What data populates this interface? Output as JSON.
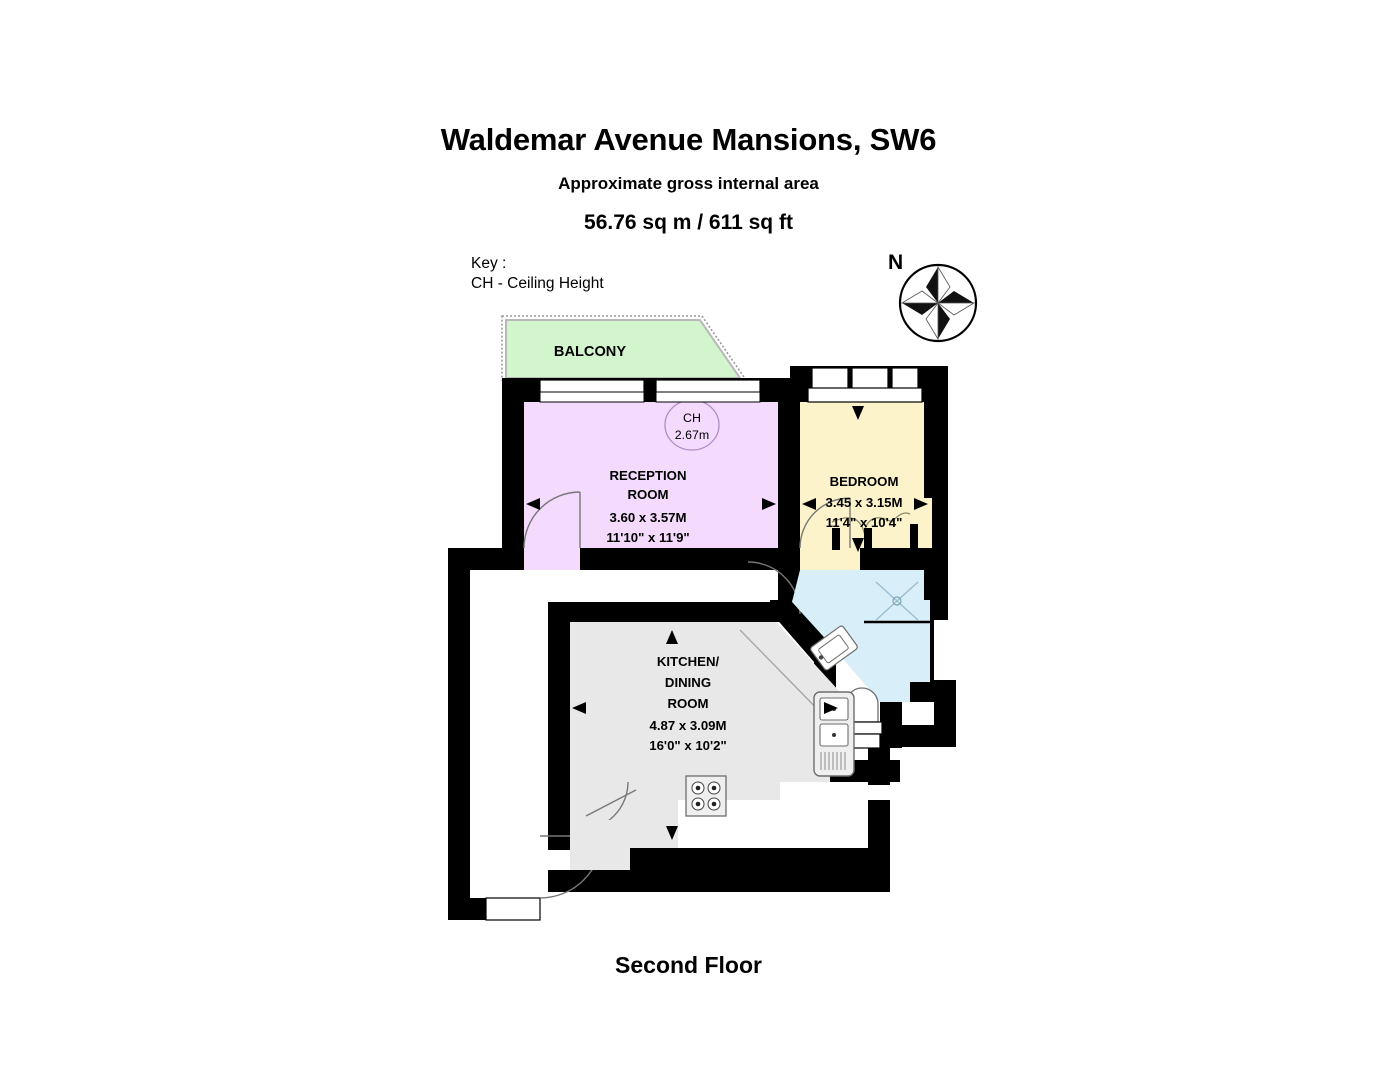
{
  "header": {
    "title": "Waldemar Avenue Mansions, SW6",
    "subtitle": "Approximate gross internal area",
    "area": "56.76 sq m /  611 sq ft",
    "key_line1": "Key :",
    "key_line2": "CH - Ceiling Height"
  },
  "compass": {
    "north_label": "N",
    "icon": "compass-rose-icon"
  },
  "footer": {
    "floor_label": "Second Floor"
  },
  "colors": {
    "wall": "#000000",
    "reception": "#f4dafd",
    "bedroom": "#fdf3cb",
    "kitchen": "#e8e8e8",
    "bathroom": "#d8eef8",
    "balcony": "#d2f5cd",
    "hall": "#ffffff",
    "fixture_stroke": "#555555",
    "text": "#000000"
  },
  "rooms": [
    {
      "id": "balcony",
      "name": "BALCONY",
      "fill": "#d2f5cd",
      "dims_m": "",
      "dims_ft": ""
    },
    {
      "id": "reception",
      "name_line1": "RECEPTION",
      "name_line2": "ROOM",
      "fill": "#f4dafd",
      "dims_m": "3.60 x 3.57M",
      "dims_ft": "11'10\" x 11'9\"",
      "ceiling_height_label": "CH",
      "ceiling_height_value": "2.67m"
    },
    {
      "id": "bedroom",
      "name_line1": "BEDROOM",
      "fill": "#fdf3cb",
      "dims_m": "3.45 x 3.15M",
      "dims_ft": "11'4\" x 10'4\""
    },
    {
      "id": "kitchen-dining",
      "name_line1": "KITCHEN/",
      "name_line2": "DINING",
      "name_line3": "ROOM",
      "fill": "#e8e8e8",
      "dims_m": "4.87 x 3.09M",
      "dims_ft": "16'0\" x 10'2\""
    },
    {
      "id": "bathroom",
      "name_line1": "",
      "fill": "#d8eef8",
      "dims_m": "",
      "dims_ft": ""
    }
  ]
}
